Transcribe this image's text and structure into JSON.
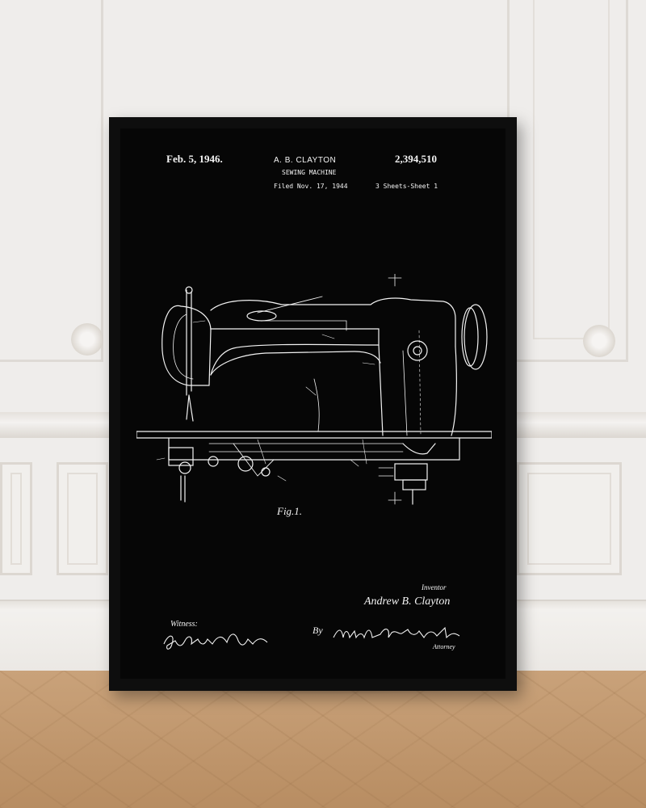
{
  "poster": {
    "date": "Feb. 5, 1946.",
    "inventor_header": "A. B. CLAYTON",
    "patent_number": "2,394,510",
    "subject": "SEWING MACHINE",
    "filed": "Filed Nov. 17, 1944",
    "sheets": "3 Sheets-Sheet 1",
    "figure_label": "Fig.1.",
    "inventor_label": "Inventor",
    "inventor_signature": "Andrew B. Clayton",
    "by_label": "By",
    "attorney_signature": "William P. Stewart",
    "attorney_label": "Attorney",
    "witness_label": "Witness:",
    "witness_signature": "Godfrey Spring"
  },
  "colors": {
    "frame": "#0e0e0e",
    "poster_background": "#060606",
    "drawing_lines": "#f2f2f2",
    "wall": "#efedeb",
    "floor": "#c9a27a"
  }
}
